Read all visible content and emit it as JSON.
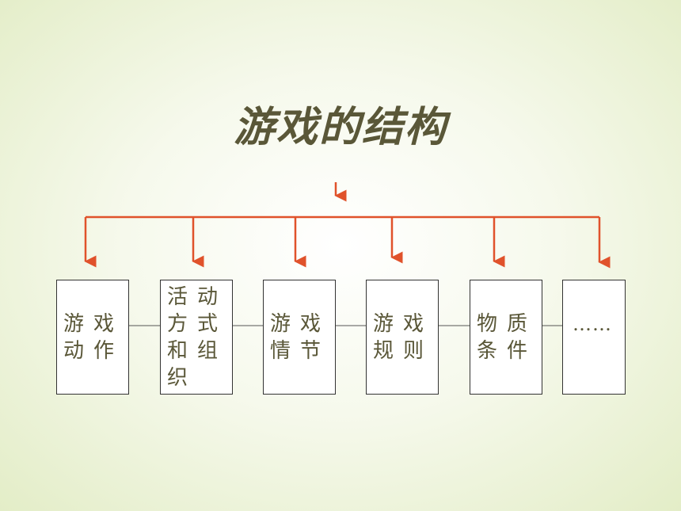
{
  "title": "游戏的结构",
  "boxes": [
    {
      "label": "游戏动作"
    },
    {
      "label": "活动方式和组织"
    },
    {
      "label": "游戏情节"
    },
    {
      "label": "游戏规则"
    },
    {
      "label": "物质条件"
    },
    {
      "label": "……"
    }
  ],
  "colors": {
    "arrow": "#e0522b",
    "text": "#5a5738",
    "box_border": "#333333"
  }
}
